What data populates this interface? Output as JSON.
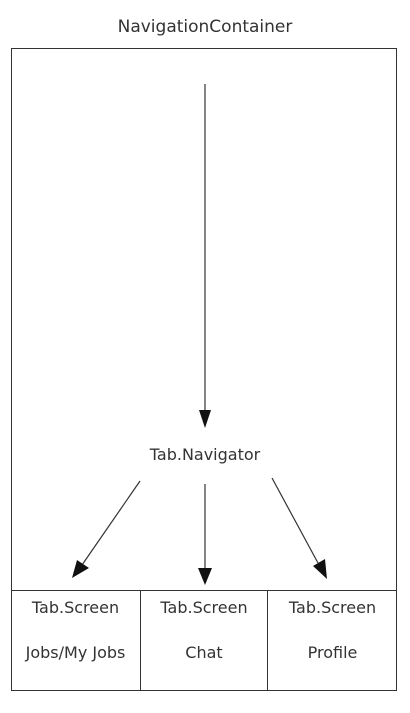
{
  "container": {
    "label": "NavigationContainer"
  },
  "navigator": {
    "label": "Tab.Navigator"
  },
  "screens": [
    {
      "type": "Tab.Screen",
      "name": "Jobs/My Jobs"
    },
    {
      "type": "Tab.Screen",
      "name": "Chat"
    },
    {
      "type": "Tab.Screen",
      "name": "Profile"
    }
  ],
  "colors": {
    "line": "#333333",
    "text": "#333333",
    "background": "#ffffff"
  }
}
